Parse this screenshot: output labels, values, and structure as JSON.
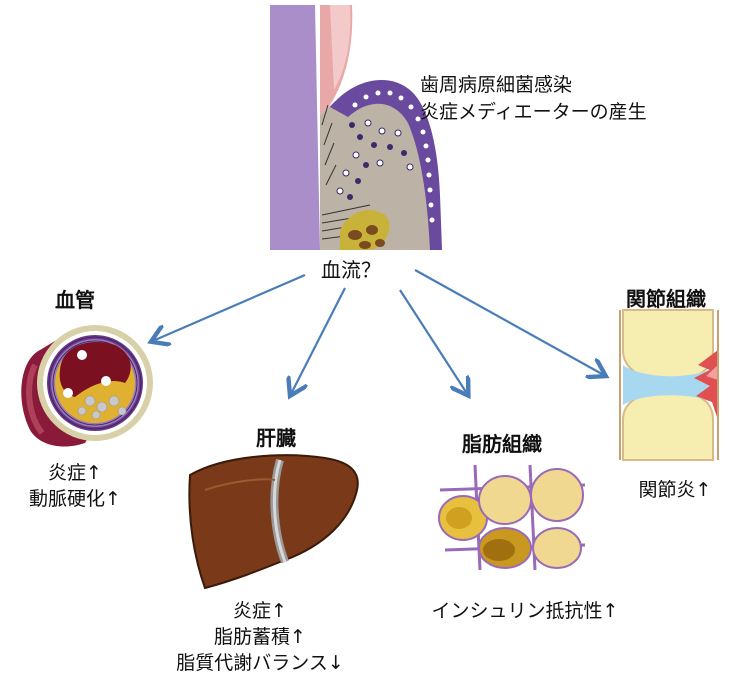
{
  "top_caption": {
    "line1": "歯周病原細菌感染",
    "line2": "炎症メディエーターの産生"
  },
  "blood_flow_label": "血流？",
  "organs": {
    "vessel": {
      "title": "血管",
      "effects": [
        "炎症↑",
        "動脈硬化↑"
      ]
    },
    "liver": {
      "title": "肝臓",
      "effects": [
        "炎症↑",
        "脂肪蓄積↑",
        "脂質代謝バランス↓"
      ]
    },
    "adipose": {
      "title": "脂肪組織",
      "effects": [
        "インシュリン抵抗性↑"
      ]
    },
    "joint": {
      "title": "関節組織",
      "effects": [
        "関節炎↑"
      ]
    }
  },
  "colors": {
    "arrow": "#4a7db8",
    "gum_purple": "#6a4a9e",
    "liver": "#7a3a1a",
    "fat_yellow": "#e8c040",
    "joint_red": "#e05050"
  }
}
